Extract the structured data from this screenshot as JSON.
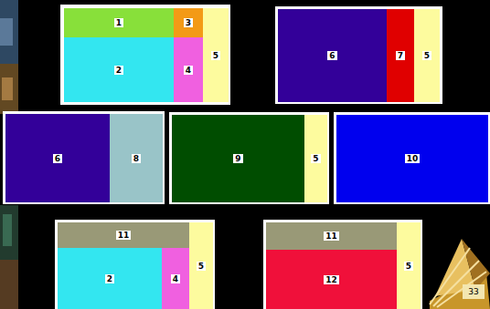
{
  "diagram": {
    "nodes": [
      {
        "text": [
          "1"
        ]
      },
      {
        "text": [
          "3"
        ]
      },
      {
        "text": [
          "2"
        ]
      },
      {
        "text": [
          "4"
        ]
      },
      {
        "text": [
          "5"
        ]
      },
      {
        "text": [
          "6"
        ]
      },
      {
        "text": [
          "7"
        ]
      },
      {
        "text": [
          "5"
        ]
      },
      {
        "text": [
          "6"
        ]
      },
      {
        "text": [
          "8"
        ]
      },
      {
        "text": [
          "9"
        ]
      },
      {
        "text": [
          "5"
        ]
      },
      {
        "text": [
          "10"
        ]
      },
      {
        "text": [
          "11"
        ]
      },
      {
        "text": [
          "2"
        ]
      },
      {
        "text": [
          "4"
        ]
      },
      {
        "text": [
          "5"
        ]
      },
      {
        "text": [
          "11"
        ]
      },
      {
        "text": [
          "12"
        ]
      },
      {
        "text": [
          "5"
        ]
      }
    ],
    "labels": [
      "33"
    ]
  }
}
